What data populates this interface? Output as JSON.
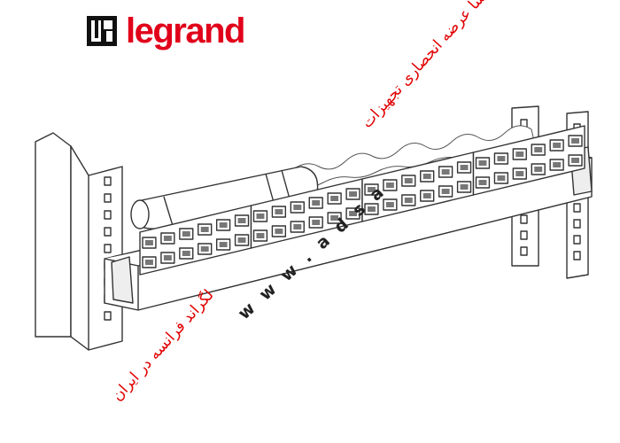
{
  "brand": {
    "name": "legrand",
    "logo_icon": "legrand-mark-icon",
    "color": "#e1001a"
  },
  "illustration": {
    "subject": "patch-panel-rack-icon",
    "line_color": "#333333",
    "fill_color": "#ffffff"
  },
  "watermark": {
    "text_top": "آدسا عرضه انحصاری تجهیزات",
    "text_web": "w w w . a d s a",
    "text_bottom": "لگراند فرانسه در ایران",
    "color": "#e10000"
  }
}
